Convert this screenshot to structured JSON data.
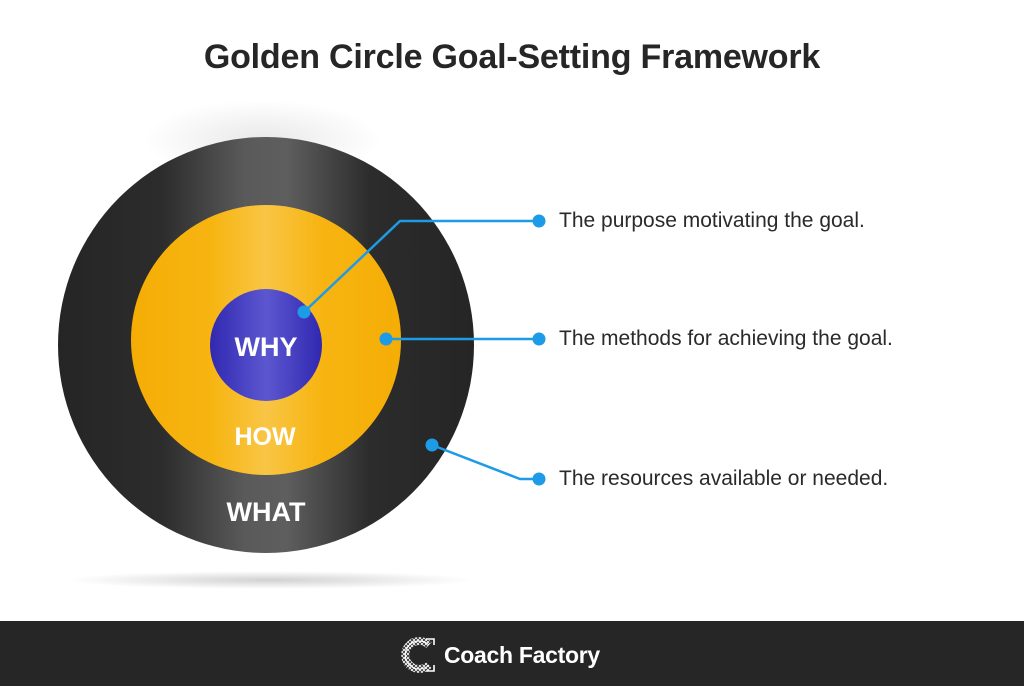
{
  "title": "Golden Circle Goal-Setting Framework",
  "circles": {
    "outer": {
      "label": "WHAT",
      "color": "#2f2f2f"
    },
    "middle": {
      "label": "HOW",
      "color": "#f7b30f"
    },
    "inner": {
      "label": "WHY",
      "color": "#3a34b8"
    }
  },
  "callouts": [
    {
      "text": "The purpose motivating the goal."
    },
    {
      "text": "The methods for achieving the goal."
    },
    {
      "text": "The resources available or needed."
    }
  ],
  "connector_color": "#1d9be6",
  "footer": {
    "brand_name": "Coach Factory",
    "logo_icon": "coach-factory-c-logo-icon"
  }
}
